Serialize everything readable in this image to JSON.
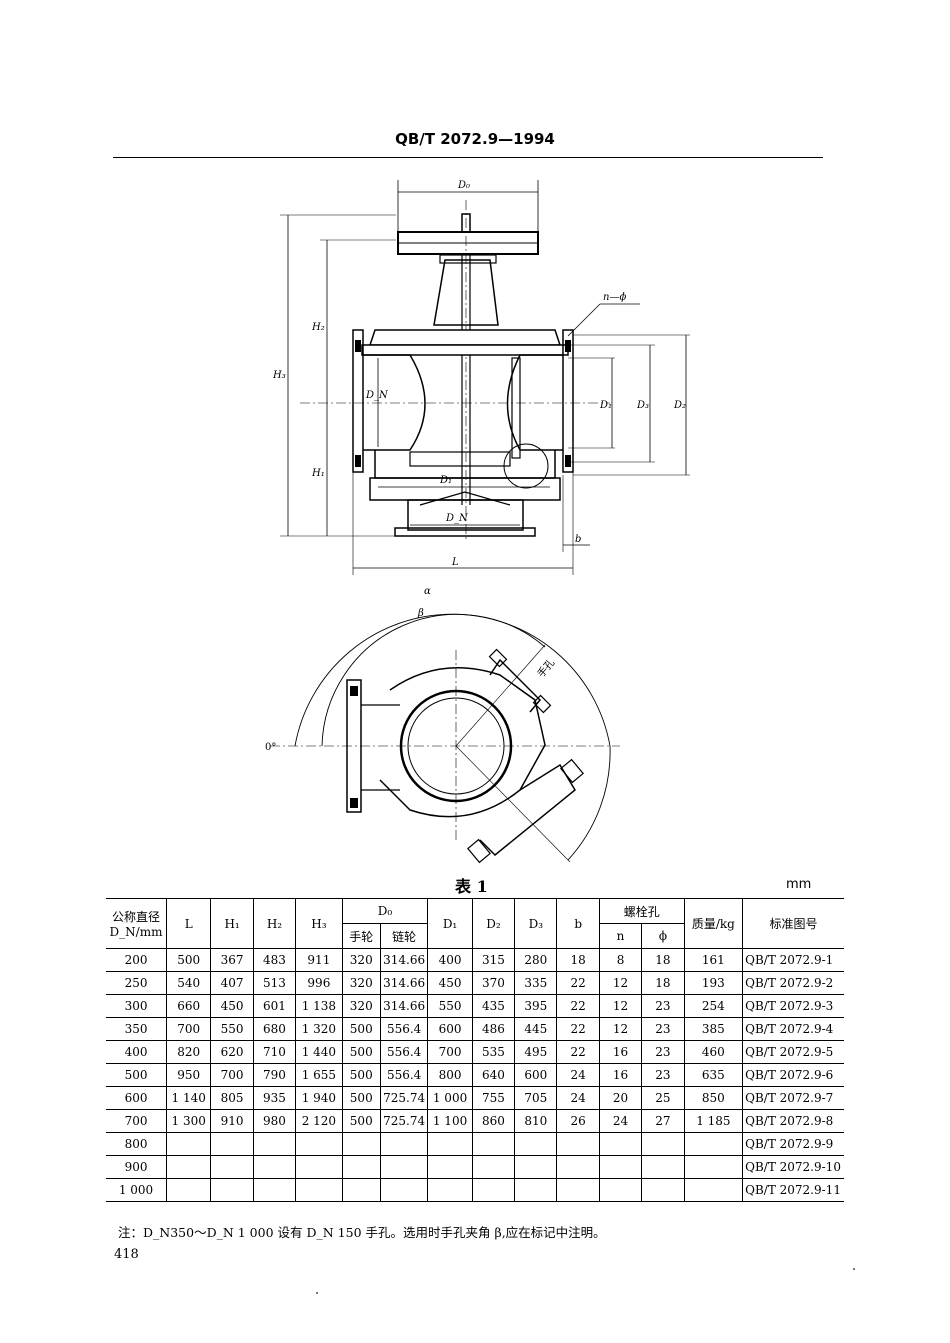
{
  "header": {
    "standard": "QB/T 2072.9—1994"
  },
  "figure": {
    "labels": {
      "d0": "D₀",
      "h1": "H₁",
      "h2": "H₂",
      "h3": "H₃",
      "dn": "D_N",
      "d1": "D₁",
      "d2": "D₂",
      "d3": "D₃",
      "l": "L",
      "b": "b",
      "n_phi": "n—ϕ",
      "alpha": "α",
      "beta": "β",
      "zero": "0°",
      "handhole": "手孔"
    }
  },
  "table": {
    "caption": "表 1",
    "unit": "mm",
    "headers": {
      "dn": "公称直径",
      "dn_unit": "D_N/mm",
      "l": "L",
      "h1": "H₁",
      "h2": "H₂",
      "h3": "H₃",
      "d0": "D₀",
      "d0_hand": "手轮",
      "d0_chain": "链轮",
      "d1": "D₁",
      "d2": "D₂",
      "d3": "D₃",
      "b": "b",
      "bolt": "螺栓孔",
      "bolt_n": "n",
      "bolt_phi": "ϕ",
      "mass": "质量/kg",
      "std": "标准图号"
    },
    "rows": [
      [
        "200",
        "500",
        "367",
        "483",
        "911",
        "320",
        "314.66",
        "400",
        "315",
        "280",
        "18",
        "8",
        "18",
        "161",
        "QB/T 2072.9-1"
      ],
      [
        "250",
        "540",
        "407",
        "513",
        "996",
        "320",
        "314.66",
        "450",
        "370",
        "335",
        "22",
        "12",
        "18",
        "193",
        "QB/T 2072.9-2"
      ],
      [
        "300",
        "660",
        "450",
        "601",
        "1 138",
        "320",
        "314.66",
        "550",
        "435",
        "395",
        "22",
        "12",
        "23",
        "254",
        "QB/T 2072.9-3"
      ],
      [
        "350",
        "700",
        "550",
        "680",
        "1 320",
        "500",
        "556.4",
        "600",
        "486",
        "445",
        "22",
        "12",
        "23",
        "385",
        "QB/T 2072.9-4"
      ],
      [
        "400",
        "820",
        "620",
        "710",
        "1 440",
        "500",
        "556.4",
        "700",
        "535",
        "495",
        "22",
        "16",
        "23",
        "460",
        "QB/T 2072.9-5"
      ],
      [
        "500",
        "950",
        "700",
        "790",
        "1 655",
        "500",
        "556.4",
        "800",
        "640",
        "600",
        "24",
        "16",
        "23",
        "635",
        "QB/T 2072.9-6"
      ],
      [
        "600",
        "1 140",
        "805",
        "935",
        "1 940",
        "500",
        "725.74",
        "1 000",
        "755",
        "705",
        "24",
        "20",
        "25",
        "850",
        "QB/T 2072.9-7"
      ],
      [
        "700",
        "1 300",
        "910",
        "980",
        "2 120",
        "500",
        "725.74",
        "1 100",
        "860",
        "810",
        "26",
        "24",
        "27",
        "1 185",
        "QB/T 2072.9-8"
      ],
      [
        "800",
        "",
        "",
        "",
        "",
        "",
        "",
        "",
        "",
        "",
        "",
        "",
        "",
        "",
        "QB/T 2072.9-9"
      ],
      [
        "900",
        "",
        "",
        "",
        "",
        "",
        "",
        "",
        "",
        "",
        "",
        "",
        "",
        "",
        "QB/T 2072.9-10"
      ],
      [
        "1 000",
        "",
        "",
        "",
        "",
        "",
        "",
        "",
        "",
        "",
        "",
        "",
        "",
        "",
        "QB/T 2072.9-11"
      ]
    ]
  },
  "note": "注：D_N350～D_N 1 000 设有 D_N 150 手孔。选用时手孔夹角 β,应在标记中注明。",
  "page_number": "418"
}
